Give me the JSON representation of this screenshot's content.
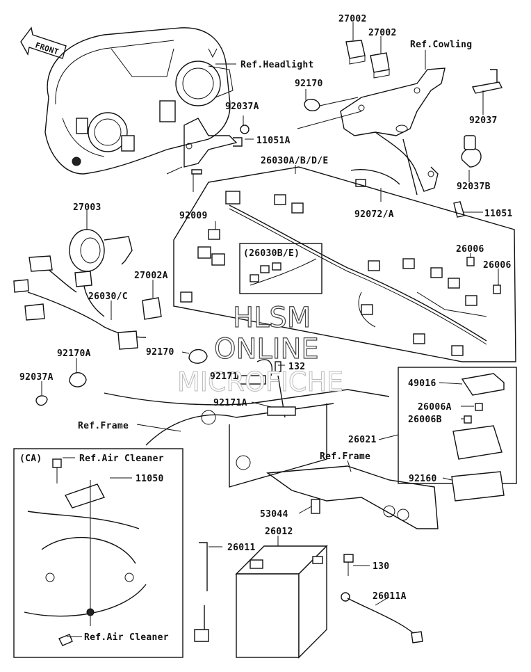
{
  "direction_label": "FRONT",
  "watermark": {
    "line1": "HLSM",
    "line2": "ONLINE",
    "line3": "MICROFICHE"
  },
  "parts": {
    "p27002_a": "27002",
    "p27002_b": "27002",
    "ref_cowling": "Ref.Cowling",
    "ref_headlight": "Ref.Headlight",
    "p92170": "92170",
    "p92037": "92037",
    "p92037a_top": "92037A",
    "p11051a": "11051A",
    "p26030abde": "26030A/B/D/E",
    "p92037b": "92037B",
    "p27003": "27003",
    "p92009": "92009",
    "p92072a": "92072/A",
    "p11051": "11051",
    "p26030be": "(26030B/E)",
    "p26006_a": "26006",
    "p26006_b": "26006",
    "p27002a": "27002A",
    "p26030c": "26030/C",
    "p92170_mid": "92170",
    "p132": "132",
    "p92170a": "92170A",
    "p92171": "92171",
    "p92037a_left": "92037A",
    "p92171a": "92171A",
    "p49016": "49016",
    "p26006a": "26006A",
    "p26006b": "26006B",
    "ref_frame_left": "Ref.Frame",
    "p26021": "26021",
    "ref_frame_right": "Ref.Frame",
    "ca": "(CA)",
    "ref_air_cleaner_top": "Ref.Air Cleaner",
    "p11050": "11050",
    "p92160": "92160",
    "p53044": "53044",
    "p26012": "26012",
    "p26011": "26011",
    "p130": "130",
    "p26011a": "26011A",
    "ref_air_cleaner_bottom": "Ref.Air Cleaner"
  }
}
